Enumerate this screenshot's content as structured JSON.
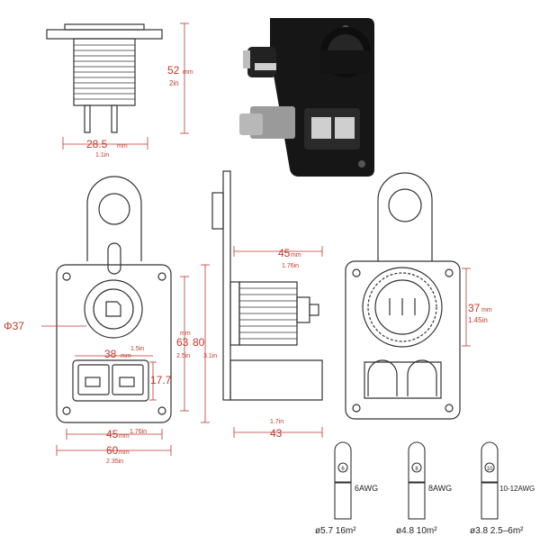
{
  "colors": {
    "dimension": "#c0392b",
    "outline": "#333333",
    "product": "#1a1a1a"
  },
  "icons": [
    "socket-cap-icon",
    "anderson-connector-icon",
    "cable-lug-icon"
  ],
  "side_top": {
    "height_mm": "52",
    "height_mm_unit": "mm",
    "height_in": "2in",
    "width_mm": "28.5",
    "width_mm_unit": "mm",
    "width_in": "1.1in"
  },
  "front": {
    "diameter": "Φ37",
    "a_mm": "38",
    "a_mm_unit": "mm",
    "a_in": "1.5in",
    "b": "17.7",
    "c_mm": "63",
    "c_in": "2.5in",
    "d_mm": "80",
    "d_mm_unit": "mm",
    "d_in": "3.1in",
    "e_mm": "45",
    "e_mm_unit": "mm",
    "e_in": "1.76in",
    "f_mm": "60",
    "f_mm_unit": "mm",
    "f_in": "2.35in"
  },
  "side": {
    "top_mm": "45",
    "top_mm_unit": "mm",
    "top_in": "1.76in",
    "bottom_mm": "43",
    "bottom_mm_unit": "mm",
    "bottom_in": "1.7in"
  },
  "back": {
    "height_mm": "37",
    "height_mm_unit": "mm",
    "height_in": "1.45in"
  },
  "lugs": [
    {
      "gauge": "6",
      "awg": "6AWG",
      "spec": "ø5.7 16m²"
    },
    {
      "gauge": "8",
      "awg": "8AWG",
      "spec": "ø4.8 10m²"
    },
    {
      "gauge": "10",
      "awg": "10-12AWG",
      "spec": "ø3.8 2.5–6m²"
    }
  ]
}
